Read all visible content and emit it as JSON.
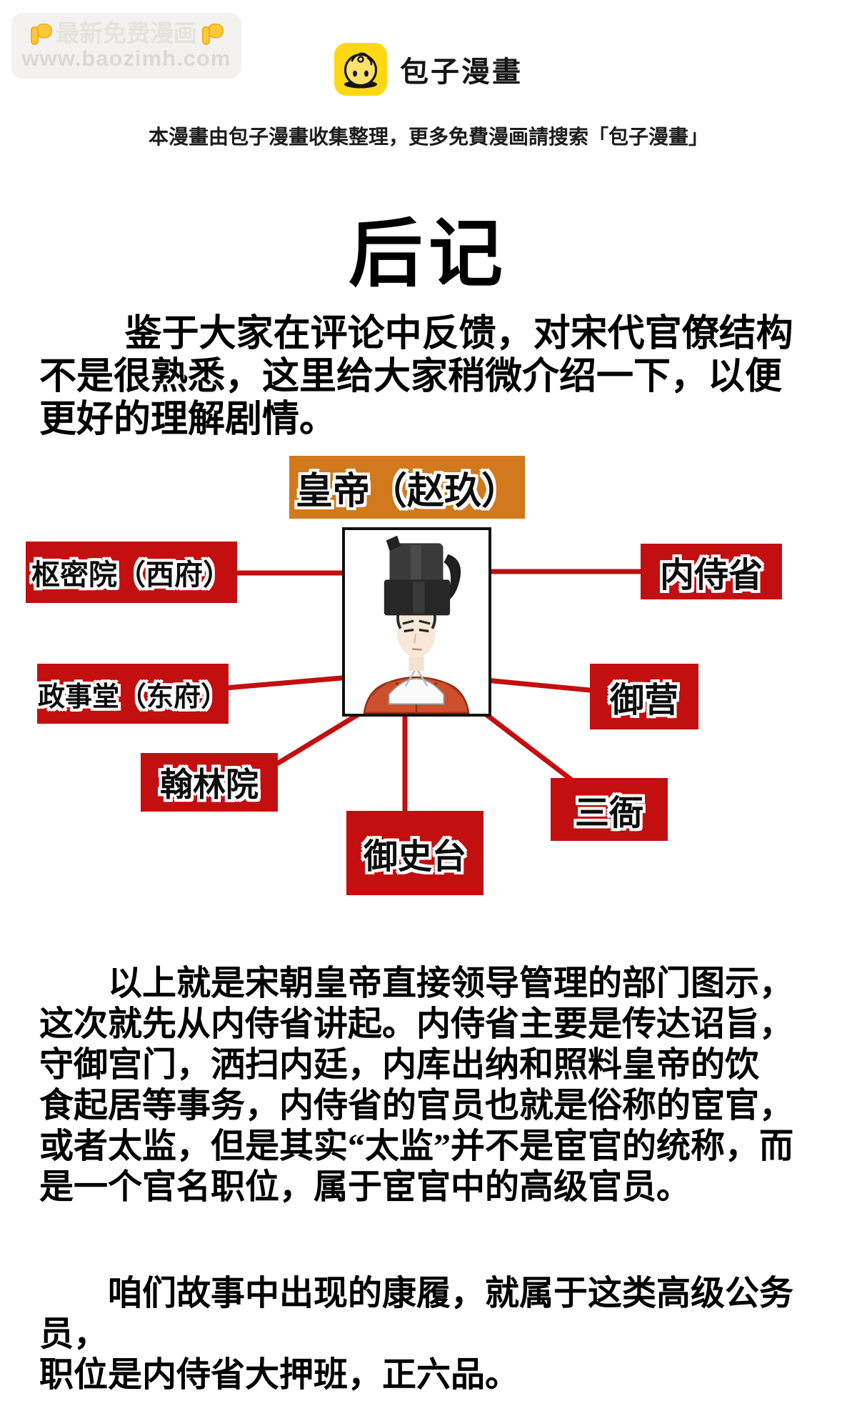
{
  "watermark": {
    "hand_icon": "pointing-down-hand",
    "title": "最新免费漫画",
    "url": "www.baozimh.com"
  },
  "header": {
    "logo_icon": "baozi-bun",
    "brand": "包子漫畫",
    "notice": "本漫畫由包子漫畫收集整理，更多免費漫画請搜索「包子漫畫」"
  },
  "afterword": {
    "title": "后记",
    "intro": "鉴于大家在评论中反馈，对宋代官僚结构\n不是很熟悉，这里给大家稍微介绍一下，以便\n更好的理解剧情。",
    "body": "以上就是宋朝皇帝直接领导管理的部门图示，\n这次就先从内侍省讲起。内侍省主要是传达诏旨，\n守御宫门，洒扫内廷，内库出纳和照料皇帝的饮\n食起居等事务，内侍省的官员也就是俗称的宦官，\n或者太监，但是其实“太监”并不是宦官的统称，而\n是一个官名职位，属于宦官中的高级官员。",
    "closing": "咱们故事中出现的康履，就属于这类高级公务员，\n职位是内侍省大押班，正六品。"
  },
  "diagram": {
    "emperor": {
      "label": "皇帝（赵玖）",
      "bg": "#D2791E",
      "portrait": "song-emperor-portrait"
    },
    "node_bg": "#C30F0F",
    "line_color": "#C30F0F",
    "nodes": [
      {
        "id": "shumiyuan",
        "label": "枢密院（西府）"
      },
      {
        "id": "neishisheng",
        "label": "内侍省"
      },
      {
        "id": "zhengshitang",
        "label": "政事堂（东府）"
      },
      {
        "id": "yuying",
        "label": "御营"
      },
      {
        "id": "hanlinyuan",
        "label": "翰林院"
      },
      {
        "id": "sanya",
        "label": "三衙"
      },
      {
        "id": "yushitai",
        "label": "御史台"
      }
    ]
  }
}
